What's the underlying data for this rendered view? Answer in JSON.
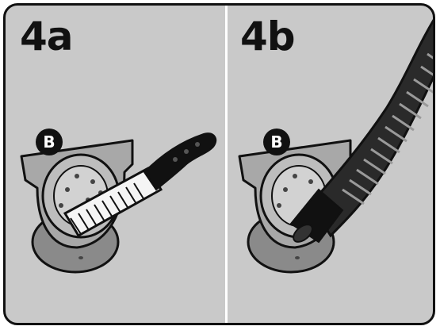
{
  "panels": [
    {
      "label": "4a",
      "marker": "B"
    },
    {
      "label": "4b",
      "marker": "B"
    }
  ],
  "colors": {
    "background": "#c9c9c9",
    "ink": "#111111",
    "divider": "#ffffff"
  },
  "icons": [
    "brush-icon",
    "hose-icon"
  ]
}
